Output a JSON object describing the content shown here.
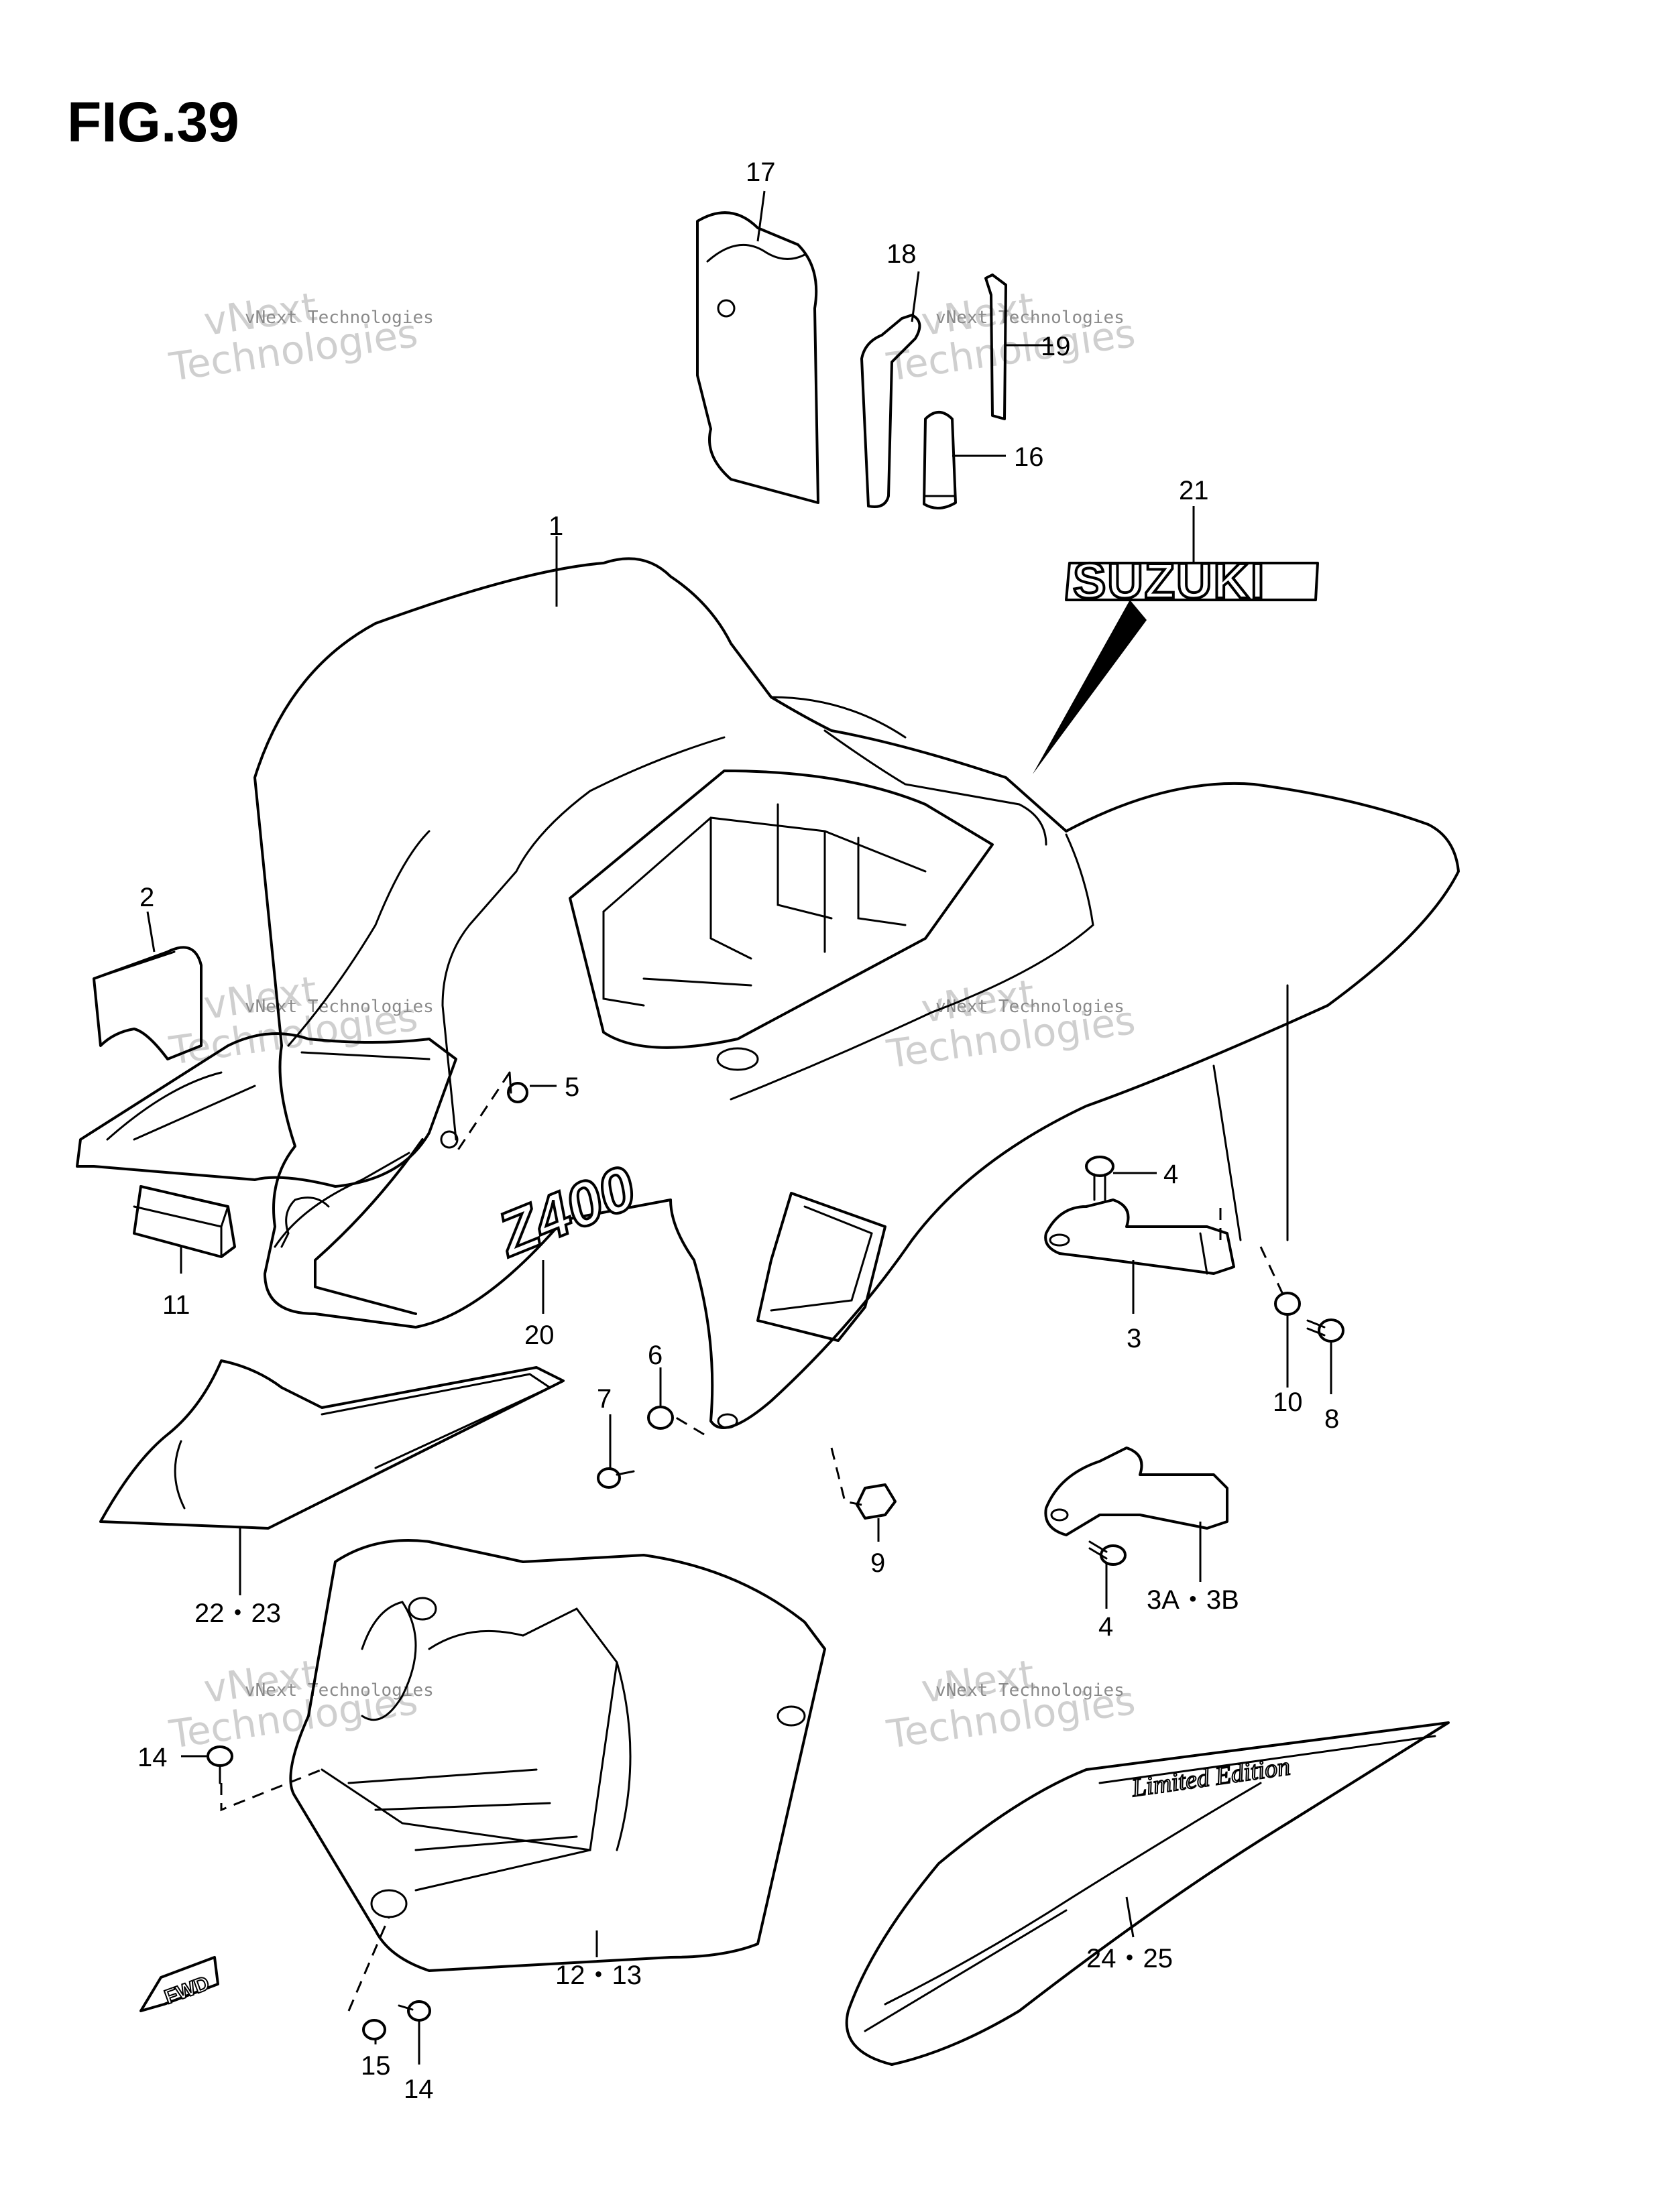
{
  "figure": {
    "title": "FIG.39"
  },
  "callouts": [
    {
      "id": "c1",
      "label": "1"
    },
    {
      "id": "c2",
      "label": "2"
    },
    {
      "id": "c3",
      "label": "3"
    },
    {
      "id": "c3ab",
      "label": "3A・3B"
    },
    {
      "id": "c4a",
      "label": "4"
    },
    {
      "id": "c4b",
      "label": "4"
    },
    {
      "id": "c5",
      "label": "5"
    },
    {
      "id": "c6",
      "label": "6"
    },
    {
      "id": "c7",
      "label": "7"
    },
    {
      "id": "c8",
      "label": "8"
    },
    {
      "id": "c9",
      "label": "9"
    },
    {
      "id": "c10",
      "label": "10"
    },
    {
      "id": "c11",
      "label": "11"
    },
    {
      "id": "c1213",
      "label": "12・13"
    },
    {
      "id": "c14a",
      "label": "14"
    },
    {
      "id": "c14b",
      "label": "14"
    },
    {
      "id": "c15",
      "label": "15"
    },
    {
      "id": "c16",
      "label": "16"
    },
    {
      "id": "c17",
      "label": "17"
    },
    {
      "id": "c18",
      "label": "18"
    },
    {
      "id": "c19",
      "label": "19"
    },
    {
      "id": "c20",
      "label": "20"
    },
    {
      "id": "c21",
      "label": "21"
    },
    {
      "id": "c2223",
      "label": "22・23"
    },
    {
      "id": "c2425",
      "label": "24・25"
    }
  ],
  "decals": {
    "brand": "SUZUKI",
    "model": "Z400",
    "stripe": "Limited Edition",
    "fwd": "FWD"
  },
  "watermark": {
    "line1": "vNext",
    "line2": "Technologies",
    "small": "vNext Technologies"
  }
}
